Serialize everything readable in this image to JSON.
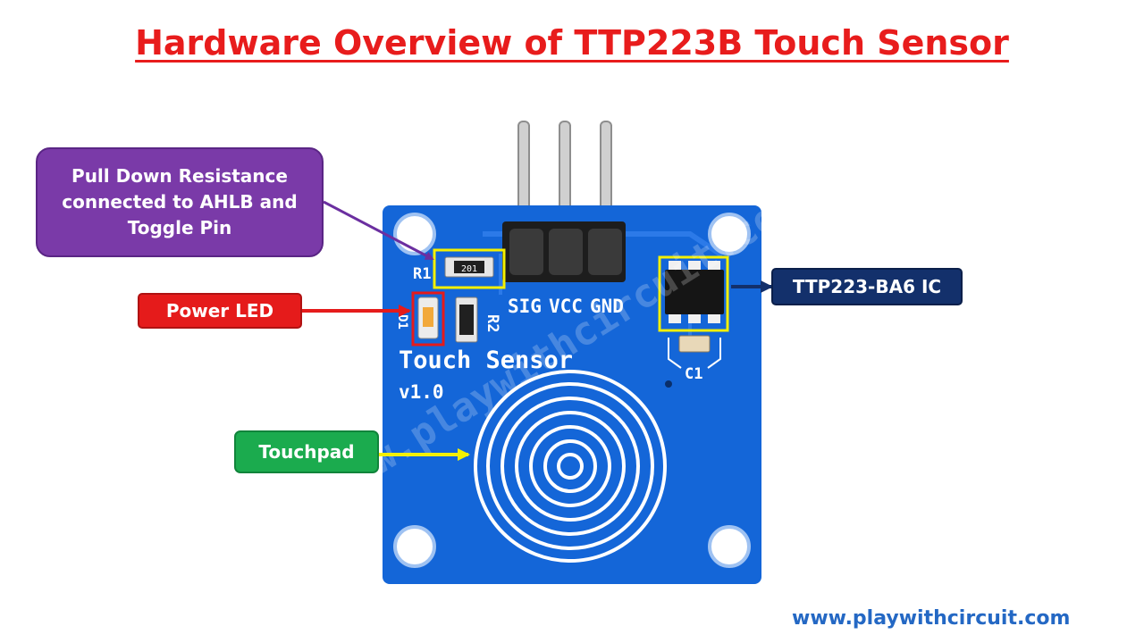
{
  "title": "Hardware Overview of TTP223B Touch Sensor",
  "callouts": {
    "pulldown": "Pull Down Resistance connected to AHLB and Toggle Pin",
    "power_led": "Power LED",
    "ic": "TTP223-BA6 IC",
    "touchpad": "Touchpad"
  },
  "board": {
    "label": "Touch Sensor",
    "version": "v1.0",
    "pin_labels": [
      "SIG",
      "VCC",
      "GND"
    ],
    "resistor_r1": "R1",
    "resistor_r1_code": "201",
    "resistor_r2": "R2",
    "led_label": "D1",
    "capacitor_label": "C1",
    "watermark": "www.playwithcircuit.com"
  },
  "website": "www.playwithcircuit.com",
  "colors": {
    "title": "#e81c1c",
    "pcb": "#1466d8",
    "pulldown": "#7a3aa8",
    "power_led": "#e51b1b",
    "ic": "#13306b",
    "touchpad": "#1bab4e",
    "highlight": "#f4f000",
    "website": "#2468c4"
  }
}
